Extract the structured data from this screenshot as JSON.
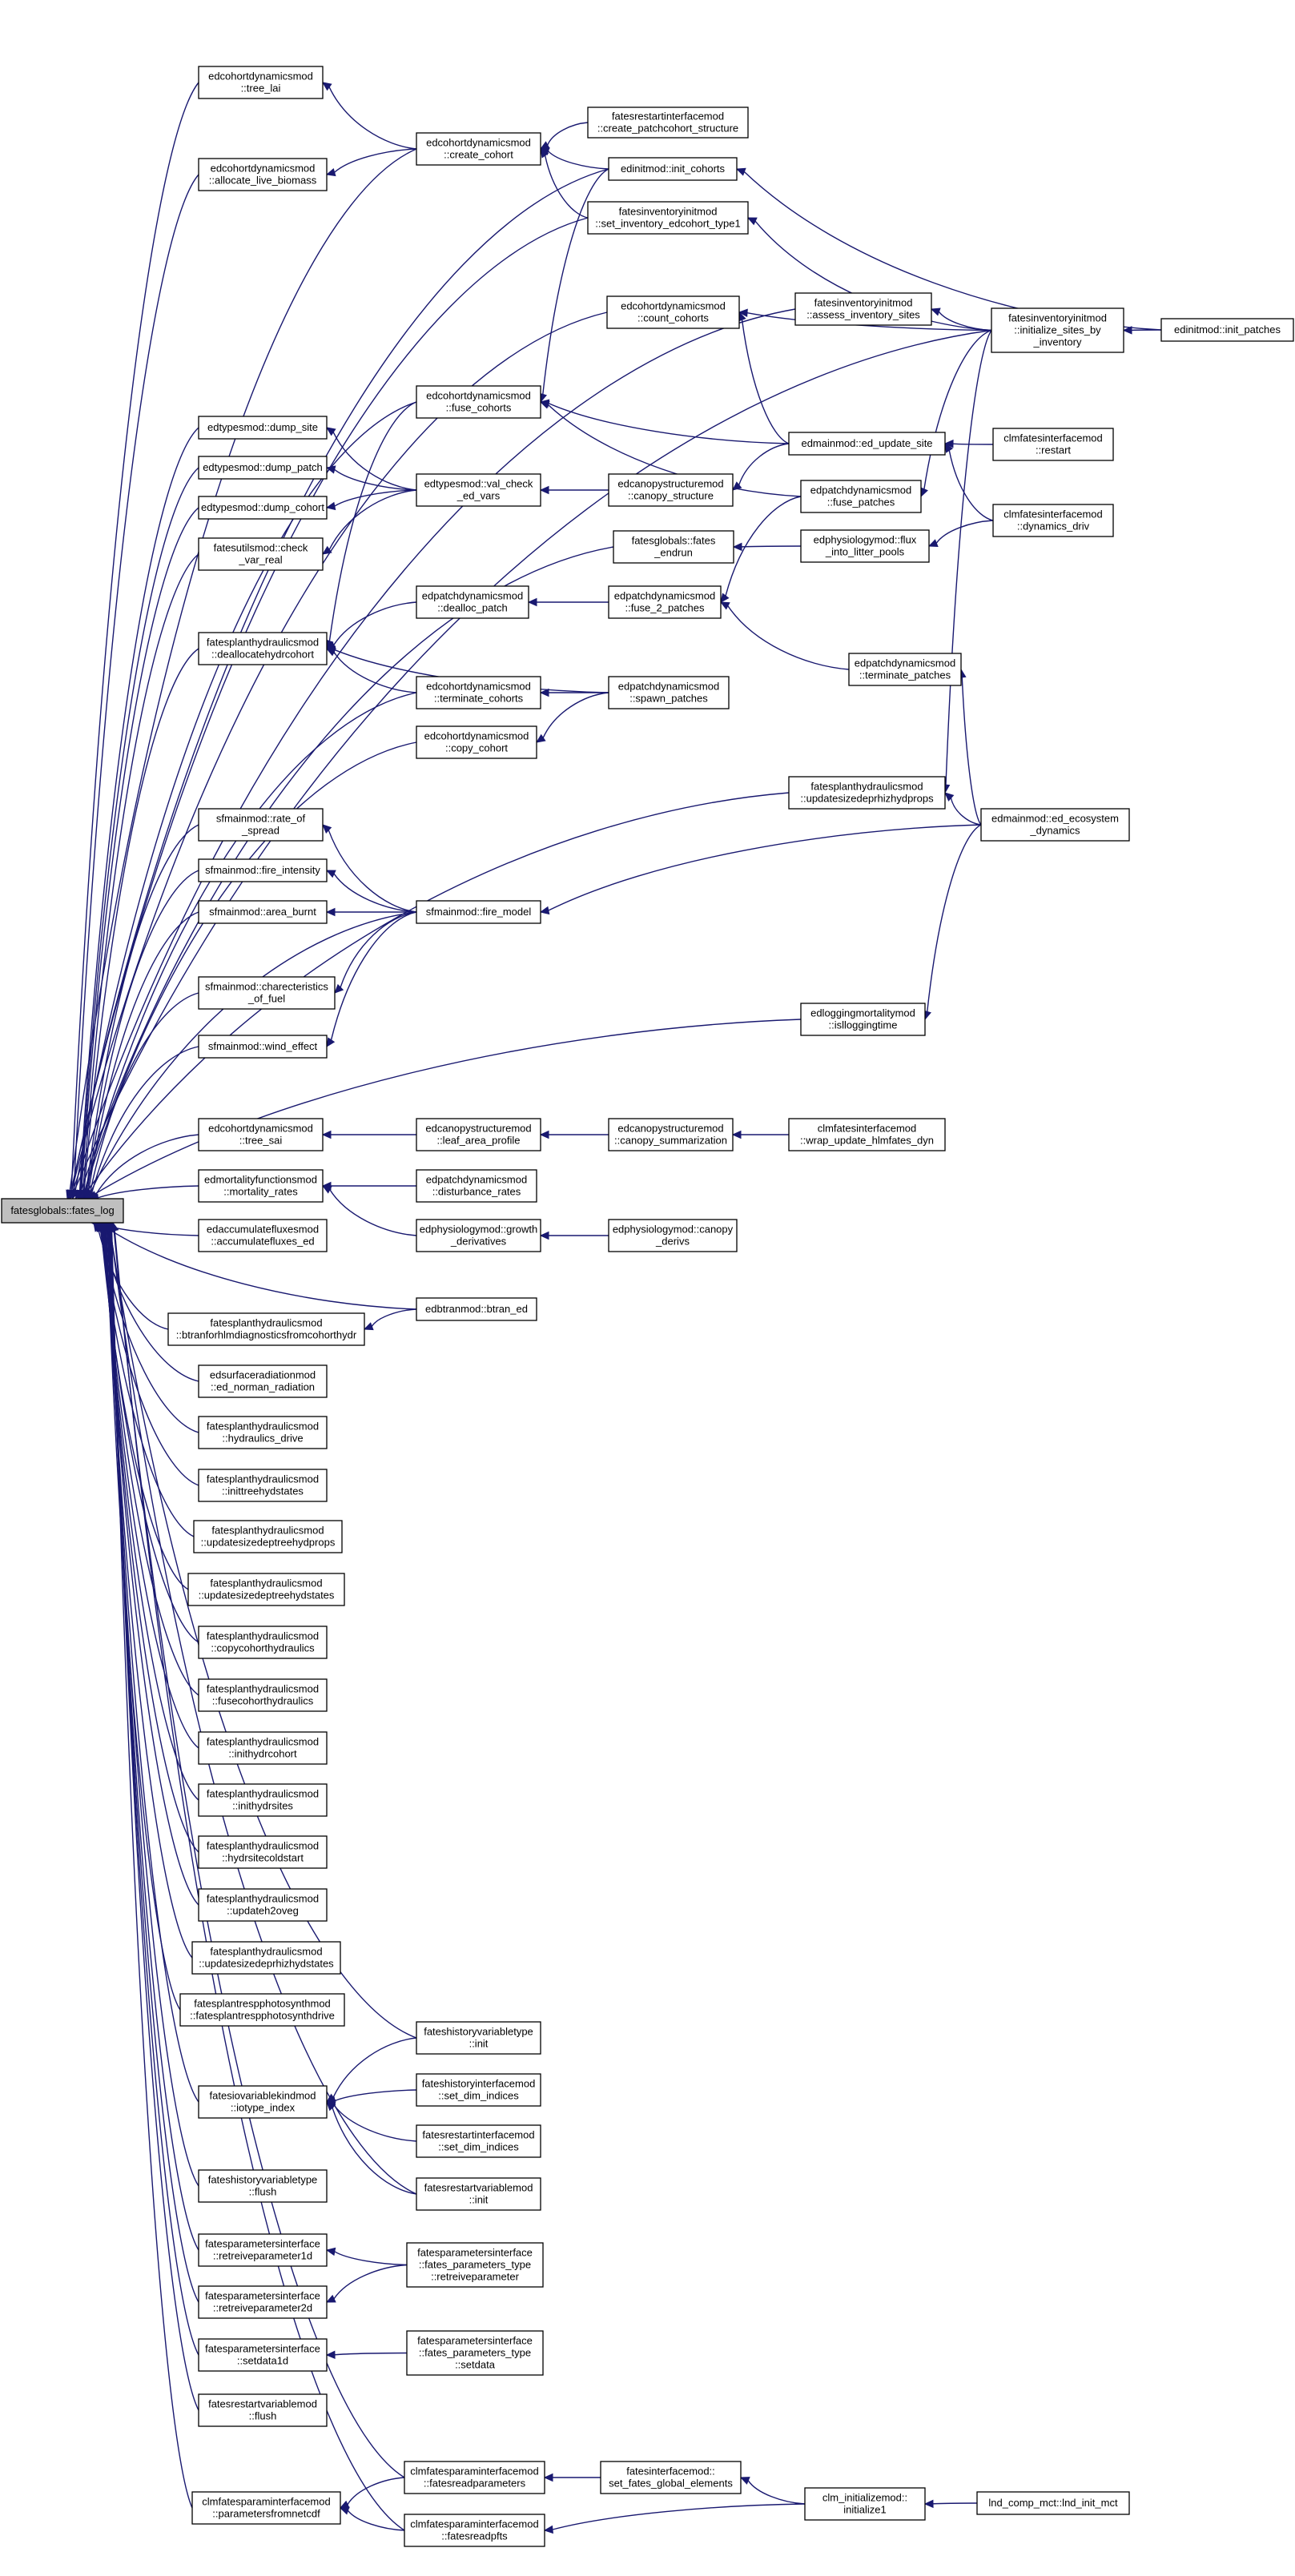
{
  "nodes": [
    {
      "id": "n0",
      "lines": [
        "fatesglobals::fates_log"
      ],
      "root": true
    },
    {
      "id": "n1",
      "lines": [
        "edcohortdynamicsmod",
        "::tree_lai"
      ]
    },
    {
      "id": "n2",
      "lines": [
        "edcohortdynamicsmod",
        "::create_cohort"
      ]
    },
    {
      "id": "n3",
      "lines": [
        "fatesrestartinterfacemod",
        "::create_patchcohort_structure"
      ]
    },
    {
      "id": "n4",
      "lines": [
        "edinitmod::init_cohorts"
      ]
    },
    {
      "id": "n5",
      "lines": [
        "edcohortdynamicsmod",
        "::allocate_live_biomass"
      ]
    },
    {
      "id": "n6",
      "lines": [
        "fatesinventoryinitmod",
        "::set_inventory_edcohort_type1"
      ]
    },
    {
      "id": "n7",
      "lines": [
        "edcohortdynamicsmod",
        "::count_cohorts"
      ]
    },
    {
      "id": "n8",
      "lines": [
        "fatesinventoryinitmod",
        "::initialize_sites_by",
        "_inventory"
      ]
    },
    {
      "id": "n9",
      "lines": [
        "edinitmod::init_patches"
      ]
    },
    {
      "id": "n10",
      "lines": [
        "fatesinventoryinitmod",
        "::assess_inventory_sites"
      ]
    },
    {
      "id": "n11",
      "lines": [
        "edcohortdynamicsmod",
        "::fuse_cohorts"
      ]
    },
    {
      "id": "n12",
      "lines": [
        "edtypesmod::dump_site"
      ]
    },
    {
      "id": "n13",
      "lines": [
        "edmainmod::ed_update_site"
      ]
    },
    {
      "id": "n14",
      "lines": [
        "clmfatesinterfacemod",
        "::restart"
      ]
    },
    {
      "id": "n15",
      "lines": [
        "edtypesmod::dump_patch"
      ]
    },
    {
      "id": "n16",
      "lines": [
        "edtypesmod::val_check",
        "_ed_vars"
      ]
    },
    {
      "id": "n17",
      "lines": [
        "edcanopystructuremod",
        "::canopy_structure"
      ]
    },
    {
      "id": "n18",
      "lines": [
        "edpatchdynamicsmod",
        "::fuse_patches"
      ]
    },
    {
      "id": "n19",
      "lines": [
        "clmfatesinterfacemod",
        "::dynamics_driv"
      ]
    },
    {
      "id": "n20",
      "lines": [
        "edtypesmod::dump_cohort"
      ]
    },
    {
      "id": "n21",
      "lines": [
        "fatesutilsmod::check",
        "_var_real"
      ]
    },
    {
      "id": "n22",
      "lines": [
        "fatesglobals::fates",
        "_endrun"
      ]
    },
    {
      "id": "n23",
      "lines": [
        "edphysiologymod::flux",
        "_into_litter_pools"
      ]
    },
    {
      "id": "n24",
      "lines": [
        "edpatchdynamicsmod",
        "::dealloc_patch"
      ]
    },
    {
      "id": "n25",
      "lines": [
        "edpatchdynamicsmod",
        "::fuse_2_patches"
      ]
    },
    {
      "id": "n26",
      "lines": [
        "fatesplanthydraulicsmod",
        "::deallocatehydrcohort"
      ]
    },
    {
      "id": "n27",
      "lines": [
        "edpatchdynamicsmod",
        "::terminate_patches"
      ]
    },
    {
      "id": "n28",
      "lines": [
        "edcohortdynamicsmod",
        "::terminate_cohorts"
      ]
    },
    {
      "id": "n29",
      "lines": [
        "edpatchdynamicsmod",
        "::spawn_patches"
      ]
    },
    {
      "id": "n30",
      "lines": [
        "edcohortdynamicsmod",
        "::copy_cohort"
      ]
    },
    {
      "id": "n31",
      "lines": [
        "fatesplanthydraulicsmod",
        "::updatesizedeprhizhydprops"
      ]
    },
    {
      "id": "n32",
      "lines": [
        "sfmainmod::rate_of",
        "_spread"
      ]
    },
    {
      "id": "n33",
      "lines": [
        "edmainmod::ed_ecosystem",
        "_dynamics"
      ]
    },
    {
      "id": "n34",
      "lines": [
        "sfmainmod::fire_intensity"
      ]
    },
    {
      "id": "n35",
      "lines": [
        "sfmainmod::area_burnt"
      ]
    },
    {
      "id": "n36",
      "lines": [
        "sfmainmod::fire_model"
      ]
    },
    {
      "id": "n37",
      "lines": [
        "sfmainmod::charecteristics",
        "_of_fuel"
      ]
    },
    {
      "id": "n38",
      "lines": [
        "edloggingmortalitymod",
        "::islloggingtime"
      ]
    },
    {
      "id": "n39",
      "lines": [
        "sfmainmod::wind_effect"
      ]
    },
    {
      "id": "n40",
      "lines": [
        "edcohortdynamicsmod",
        "::tree_sai"
      ]
    },
    {
      "id": "n41",
      "lines": [
        "edcanopystructuremod",
        "::leaf_area_profile"
      ]
    },
    {
      "id": "n42",
      "lines": [
        "edcanopystructuremod",
        "::canopy_summarization"
      ]
    },
    {
      "id": "n43",
      "lines": [
        "clmfatesinterfacemod",
        "::wrap_update_hlmfates_dyn"
      ]
    },
    {
      "id": "n44",
      "lines": [
        "edmortalityfunctionsmod",
        "::mortality_rates"
      ]
    },
    {
      "id": "n45",
      "lines": [
        "edpatchdynamicsmod",
        "::disturbance_rates"
      ]
    },
    {
      "id": "n46",
      "lines": [
        "edaccumulatefluxesmod",
        "::accumulatefluxes_ed"
      ]
    },
    {
      "id": "n47",
      "lines": [
        "edphysiologymod::growth",
        "_derivatives"
      ]
    },
    {
      "id": "n48",
      "lines": [
        "edphysiologymod::canopy",
        "_derivs"
      ]
    },
    {
      "id": "n49",
      "lines": [
        "edbtranmod::btran_ed"
      ]
    },
    {
      "id": "n50",
      "lines": [
        "fatesplanthydraulicsmod",
        "::btranforhlmdiagnosticsfromcohorthydr"
      ]
    },
    {
      "id": "n51",
      "lines": [
        "edsurfaceradiationmod",
        "::ed_norman_radiation"
      ]
    },
    {
      "id": "n52",
      "lines": [
        "fatesplanthydraulicsmod",
        "::hydraulics_drive"
      ]
    },
    {
      "id": "n53",
      "lines": [
        "fatesplanthydraulicsmod",
        "::inittreehydstates"
      ]
    },
    {
      "id": "n54",
      "lines": [
        "fatesplanthydraulicsmod",
        "::updatesizedeptreehydprops"
      ]
    },
    {
      "id": "n55",
      "lines": [
        "fatesplanthydraulicsmod",
        "::updatesizedeptreehydstates"
      ]
    },
    {
      "id": "n56",
      "lines": [
        "fatesplanthydraulicsmod",
        "::copycohorthydraulics"
      ]
    },
    {
      "id": "n57",
      "lines": [
        "fatesplanthydraulicsmod",
        "::fusecohorthydraulics"
      ]
    },
    {
      "id": "n58",
      "lines": [
        "fatesplanthydraulicsmod",
        "::inithydrcohort"
      ]
    },
    {
      "id": "n59",
      "lines": [
        "fatesplanthydraulicsmod",
        "::inithydrsites"
      ]
    },
    {
      "id": "n60",
      "lines": [
        "fatesplanthydraulicsmod",
        "::hydrsitecoldstart"
      ]
    },
    {
      "id": "n61",
      "lines": [
        "fatesplanthydraulicsmod",
        "::updateh2oveg"
      ]
    },
    {
      "id": "n62",
      "lines": [
        "fatesplanthydraulicsmod",
        "::updatesizedeprhizhydstates"
      ]
    },
    {
      "id": "n63",
      "lines": [
        "fatesplantrespphotosynthmod",
        "::fatesplantrespphotosynthdrive"
      ]
    },
    {
      "id": "n64",
      "lines": [
        "fateshistoryvariabletype",
        "::init"
      ]
    },
    {
      "id": "n65",
      "lines": [
        "fatesiovariablekindmod",
        "::iotype_index"
      ]
    },
    {
      "id": "n66",
      "lines": [
        "fateshistoryinterfacemod",
        "::set_dim_indices"
      ]
    },
    {
      "id": "n67",
      "lines": [
        "fatesrestartinterfacemod",
        "::set_dim_indices"
      ]
    },
    {
      "id": "n68",
      "lines": [
        "fatesrestartvariablemod",
        "::init"
      ]
    },
    {
      "id": "n69",
      "lines": [
        "fateshistoryvariabletype",
        "::flush"
      ]
    },
    {
      "id": "n70",
      "lines": [
        "fatesparametersinterface",
        "::retreiveparameter1d"
      ]
    },
    {
      "id": "n71",
      "lines": [
        "fatesparametersinterface",
        "::fates_parameters_type",
        "::retreiveparameter"
      ]
    },
    {
      "id": "n72",
      "lines": [
        "fatesparametersinterface",
        "::retreiveparameter2d"
      ]
    },
    {
      "id": "n73",
      "lines": [
        "fatesparametersinterface",
        "::setdata1d"
      ]
    },
    {
      "id": "n74",
      "lines": [
        "fatesparametersinterface",
        "::fates_parameters_type",
        "::setdata"
      ]
    },
    {
      "id": "n75",
      "lines": [
        "fatesrestartvariablemod",
        "::flush"
      ]
    },
    {
      "id": "n76",
      "lines": [
        "clmfatesparaminterfacemod",
        "::fatesreadparameters"
      ]
    },
    {
      "id": "n77",
      "lines": [
        "fatesinterfacemod::",
        "set_fates_global_elements"
      ]
    },
    {
      "id": "n78",
      "lines": [
        "clmfatesparaminterfacemod",
        "::parametersfromnetcdf"
      ]
    },
    {
      "id": "n79",
      "lines": [
        "clm_initializemod::",
        "initialize1"
      ]
    },
    {
      "id": "n80",
      "lines": [
        "lnd_comp_mct::lnd_init_mct"
      ]
    },
    {
      "id": "n81",
      "lines": [
        "clmfatesparaminterfacemod",
        "::fatesreadpfts"
      ]
    }
  ]
}
